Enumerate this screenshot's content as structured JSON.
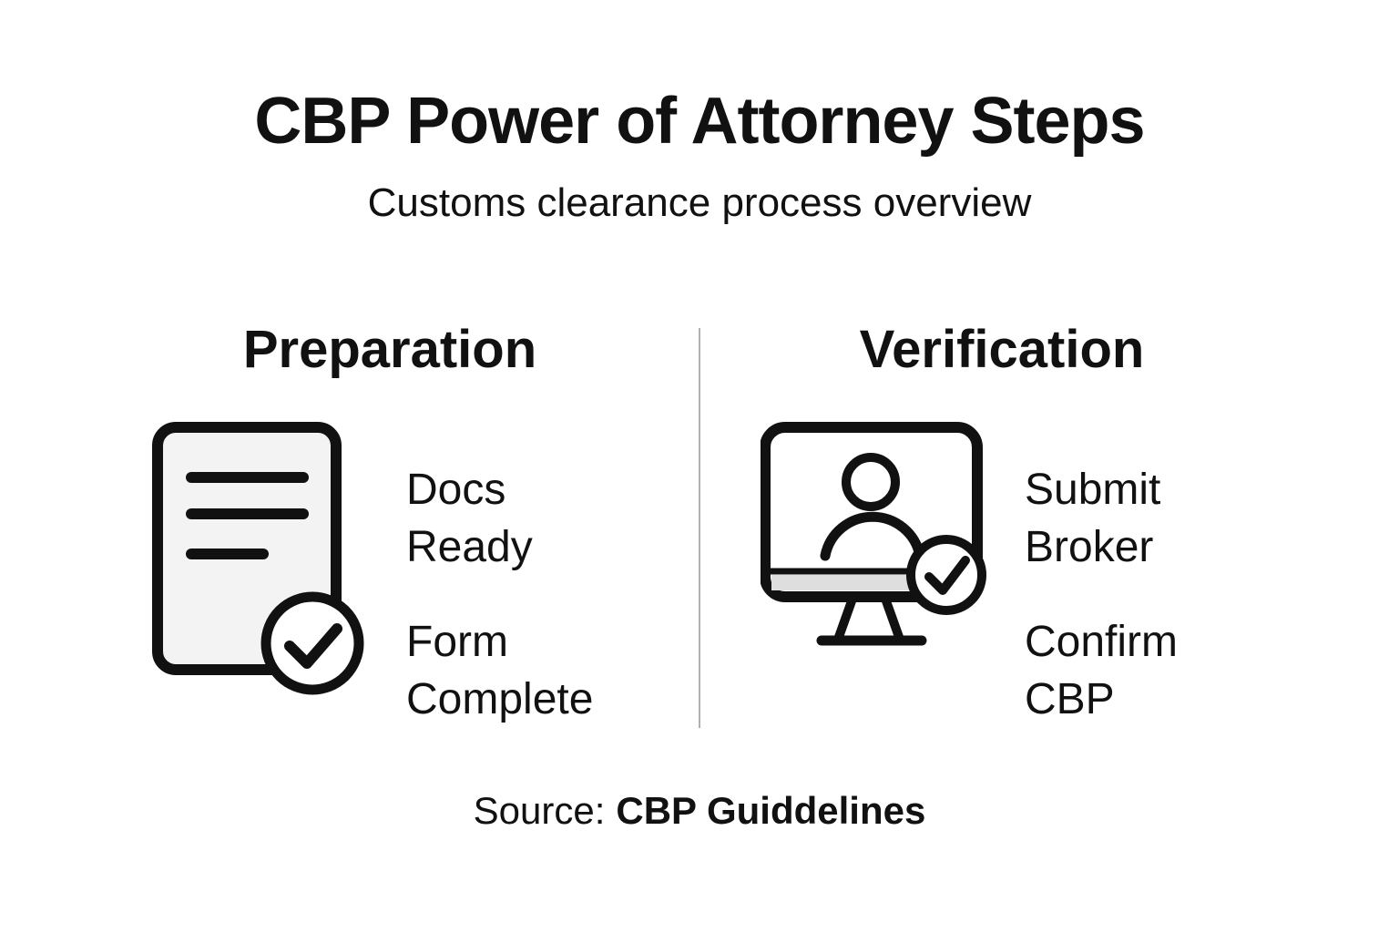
{
  "page": {
    "title": "CBP Power of Attorney Steps",
    "subtitle": "Customs clearance process overview",
    "source_label": "Source:",
    "source_value": "CBP Guiddelines"
  },
  "columns": [
    {
      "heading": "Preparation",
      "icon": "document-checklist-check-icon",
      "items": [
        "Docs Ready",
        "Form Complete"
      ]
    },
    {
      "heading": "Verification",
      "icon": "monitor-user-check-icon",
      "items": [
        "Submit Broker",
        "Confirm CBP"
      ]
    }
  ],
  "colors": {
    "background": "#ffffff",
    "text": "#111111",
    "divider": "#b0b0b0",
    "document_fill": "#f3f3f3",
    "monitor_strip": "#dedede"
  }
}
